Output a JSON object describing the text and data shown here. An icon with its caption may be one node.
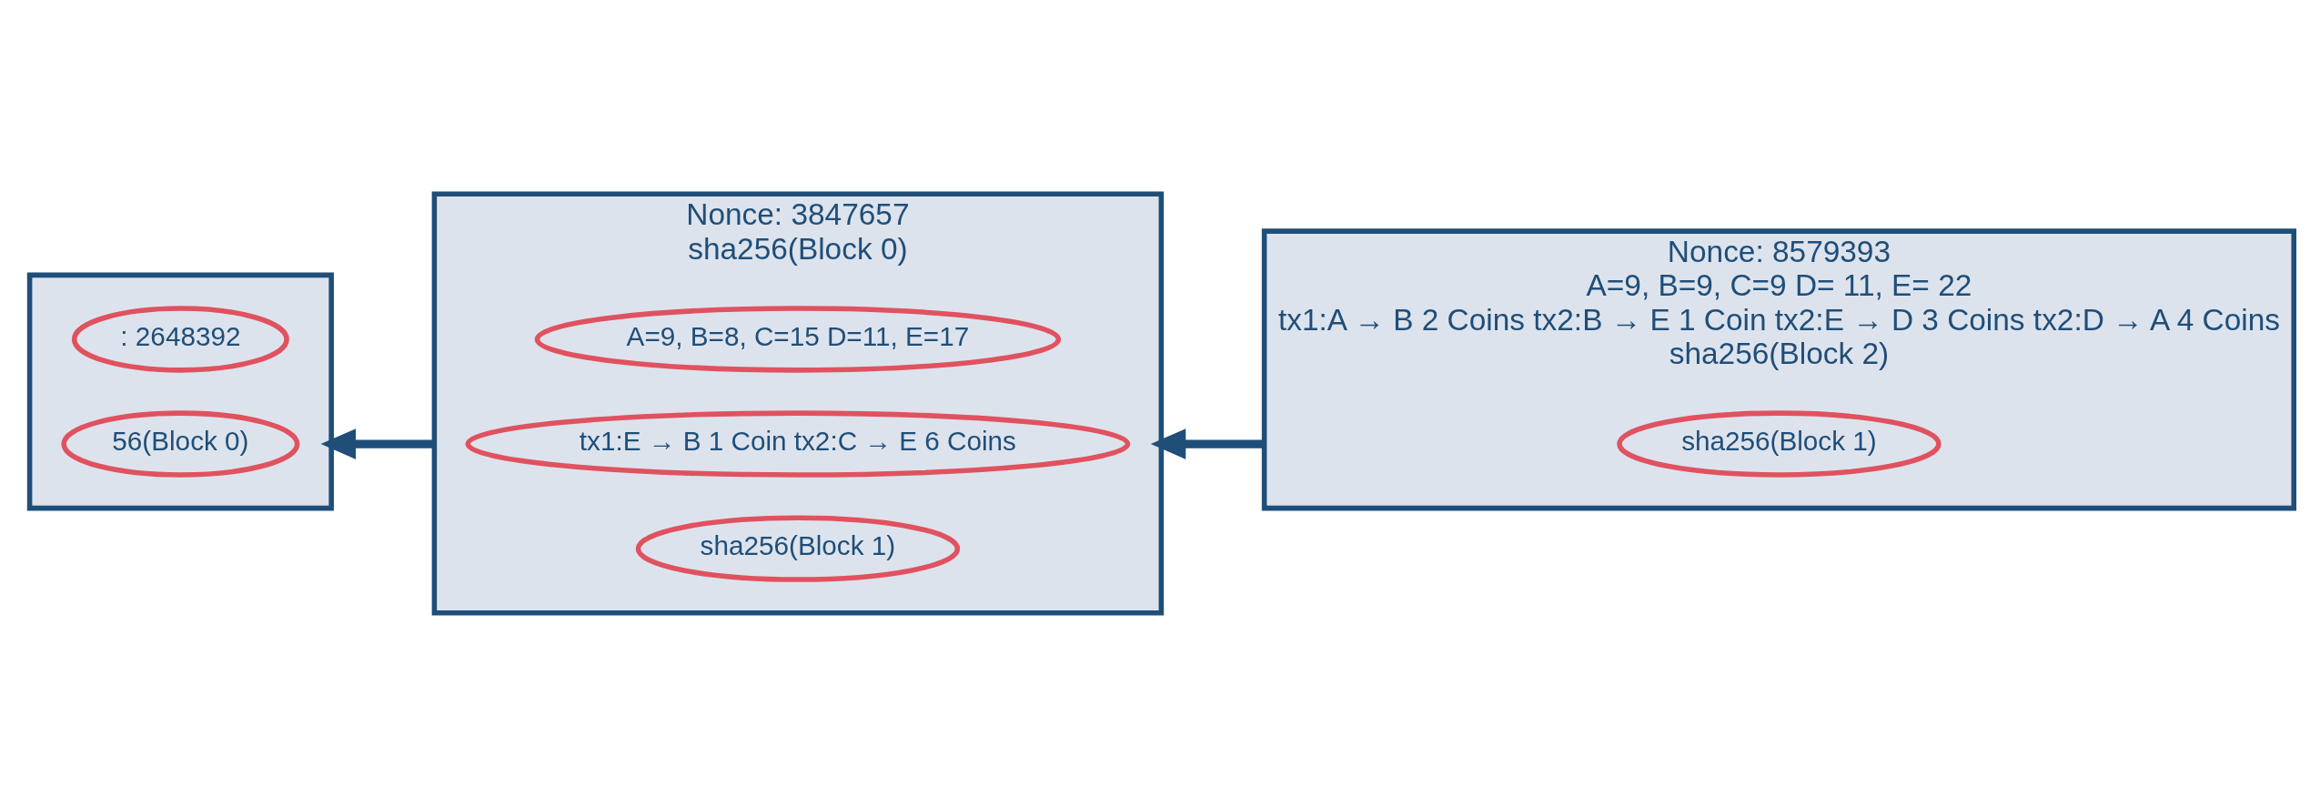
{
  "diagram": {
    "nodes": [
      {
        "text": [],
        "shape": "box"
      },
      {
        "text": [
          ": 2648392"
        ],
        "in": 0
      },
      {
        "text": [
          "56(Block 0)"
        ],
        "in": 0
      },
      {
        "text": [
          "Nonce: 3847657",
          "sha256(Block 0)"
        ]
      },
      {
        "text": [
          "A=9, B=8, C=15 D=11, E=17"
        ],
        "in": 3
      },
      {
        "text": [
          "tx1:E → B 1 Coin tx2:C → E 6 Coins"
        ],
        "in": 3
      },
      {
        "text": [
          "sha256(Block 1)"
        ],
        "in": 3
      },
      {
        "text": [
          "Nonce: 8579393",
          "A=9, B=9, C=9 D= 11, E= 22",
          "tx1:A → B 2 Coins tx2:B → E 1 Coin tx2:E → D 3 Coins tx2:D → A 4 Coins",
          "sha256(Block 2)"
        ]
      },
      {
        "text": [
          "sha256(Block 1)"
        ],
        "in": 7
      }
    ],
    "edges": [
      {
        "from": 3,
        "to": 0,
        "arrow": "to"
      },
      {
        "from": 7,
        "to": 3,
        "arrow": "to"
      }
    ]
  }
}
